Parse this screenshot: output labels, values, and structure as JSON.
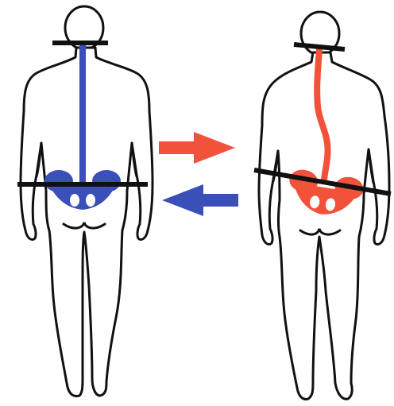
{
  "figures": [
    {
      "id": "aligned-back-figure",
      "spine_color": "#3b4fb8",
      "pelvis_color": "#3b4fb8",
      "alignment": "straight"
    },
    {
      "id": "misaligned-back-figure",
      "spine_color": "#f2523a",
      "pelvis_color": "#f2523a",
      "alignment": "curved"
    }
  ],
  "arrows": [
    {
      "id": "right-arrow",
      "direction": "right",
      "color": "#f2523a"
    },
    {
      "id": "left-arrow",
      "direction": "left",
      "color": "#3b4fb8"
    }
  ],
  "line_color": "#111111",
  "background": "#ffffff"
}
